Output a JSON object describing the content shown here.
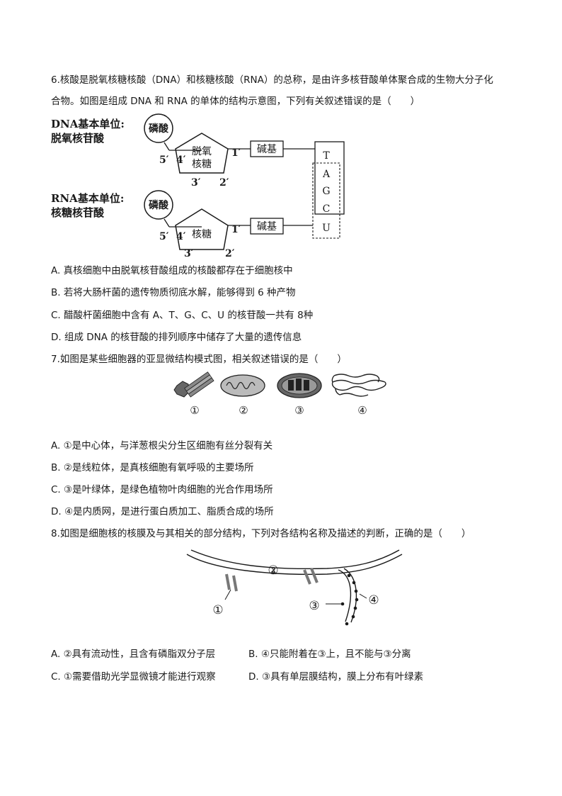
{
  "q6": {
    "stem_line1": "6.核酸是脱氧核糖核酸（DNA）和核糖核酸（RNA）的总称，是由许多核苷酸单体聚合成的生物大分子化",
    "stem_line2": "合物。如图是组成 DNA 和 RNA 的单体的结构示意图，下列有关叙述错误的是（　　）",
    "figure": {
      "dna_label_1": "DNA基本单位:",
      "dna_label_2": "脱氧核苷酸",
      "rna_label_1": "RNA基本单位:",
      "rna_label_2": "核糖核苷酸",
      "phosphate": "磷酸",
      "deoxyribose_1": "脱氧",
      "deoxyribose_2": "核糖",
      "ribose": "核糖",
      "base": "碱基",
      "p5": "5′",
      "p4": "4′",
      "p3": "3′",
      "p2": "2′",
      "p1": "1′",
      "bases": [
        "T",
        "A",
        "G",
        "C",
        "U"
      ]
    },
    "options": [
      "A. 真核细胞中由脱氧核苷酸组成的核酸都存在于细胞核中",
      "B. 若将大肠杆菌的遗传物质彻底水解，能够得到 6 种产物",
      "C. 醋酸杆菌细胞中含有 A、T、G、C、U 的核苷酸一共有 8种",
      "D. 组成 DNA 的核苷酸的排列顺序中储存了大量的遗传信息"
    ]
  },
  "q7": {
    "stem": "7.如图是某些细胞器的亚显微结构模式图，相关叙述错误的是（　　）",
    "figure_labels": [
      "①",
      "②",
      "③",
      "④"
    ],
    "options": [
      "A. ①是中心体，与洋葱根尖分生区细胞有丝分裂有关",
      "B. ②是线粒体，是真核细胞有氧呼吸的主要场所",
      "C. ③是叶绿体，是绿色植物叶肉细胞的光合作用场所",
      "D. ④是内质网，是进行蛋白质加工、脂质合成的场所"
    ]
  },
  "q8": {
    "stem": "8.如图是细胞核的核膜及与其相关的部分结构，下列对各结构名称及描述的判断，正确的是（　　）",
    "figure_labels": [
      "①",
      "②",
      "③",
      "④"
    ],
    "options": [
      "A. ②具有流动性，且含有磷脂双分子层",
      "B. ④只能附着在③上，且不能与③分离",
      "C. ①需要借助光学显微镜才能进行观察",
      "D. ③具有单层膜结构，膜上分布有叶绿素"
    ]
  }
}
